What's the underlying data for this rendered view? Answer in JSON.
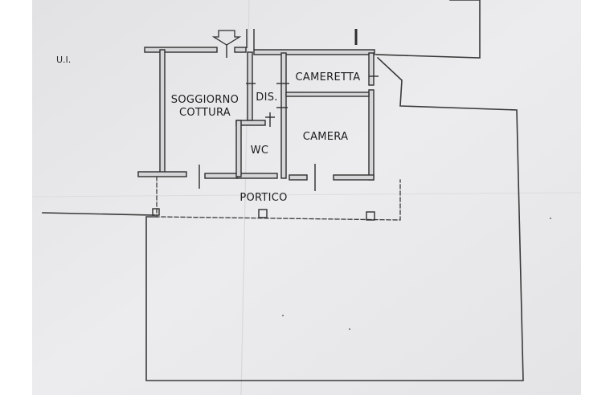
{
  "plan": {
    "unit_mark": "U.I.",
    "rooms": {
      "soggiorno_line1": "SOGGIORNO",
      "soggiorno_line2": "COTTURA",
      "cameretta": "CAMERETTA",
      "dis": "DIS.",
      "wc": "WC",
      "camera": "CAMERA",
      "portico": "PORTICO"
    }
  },
  "colors": {
    "paper": "#e9e9ea",
    "ink": "#3a3a3a",
    "wall_fill": "#d6d6d8",
    "frame": "#ffffff"
  }
}
